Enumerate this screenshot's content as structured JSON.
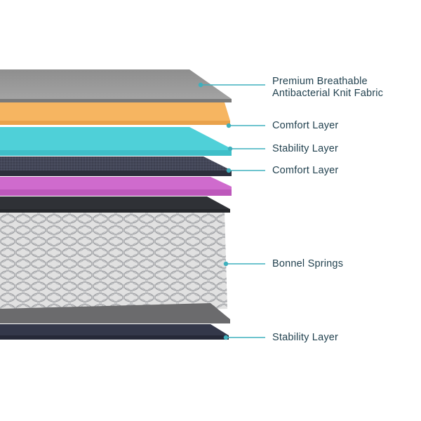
{
  "colors": {
    "leader_line": "#3fb0bd",
    "label_text": "#1f3f4d",
    "knit_fabric": "#9a9a9a",
    "comfort_orange": "#f6b561",
    "stability_teal": "#4fd0d8",
    "dark_fabric": "#3d4050",
    "pink_foam": "#cf6bcd",
    "dark_felt": "#2f3136",
    "spring_metal": "#9ea0a4",
    "bottom_felt": "#6b6b6d",
    "base_fabric": "#34384a"
  },
  "labels": {
    "knit_fabric_line1": "Premium Breathable",
    "knit_fabric_line2": "Antibacterial Knit Fabric",
    "comfort_layer_top": "Comfort Layer",
    "stability_layer_top": "Stability Layer",
    "comfort_layer_mid": "Comfort Layer",
    "bonnel_springs": "Bonnel Springs",
    "stability_layer_bottom": "Stability Layer"
  }
}
